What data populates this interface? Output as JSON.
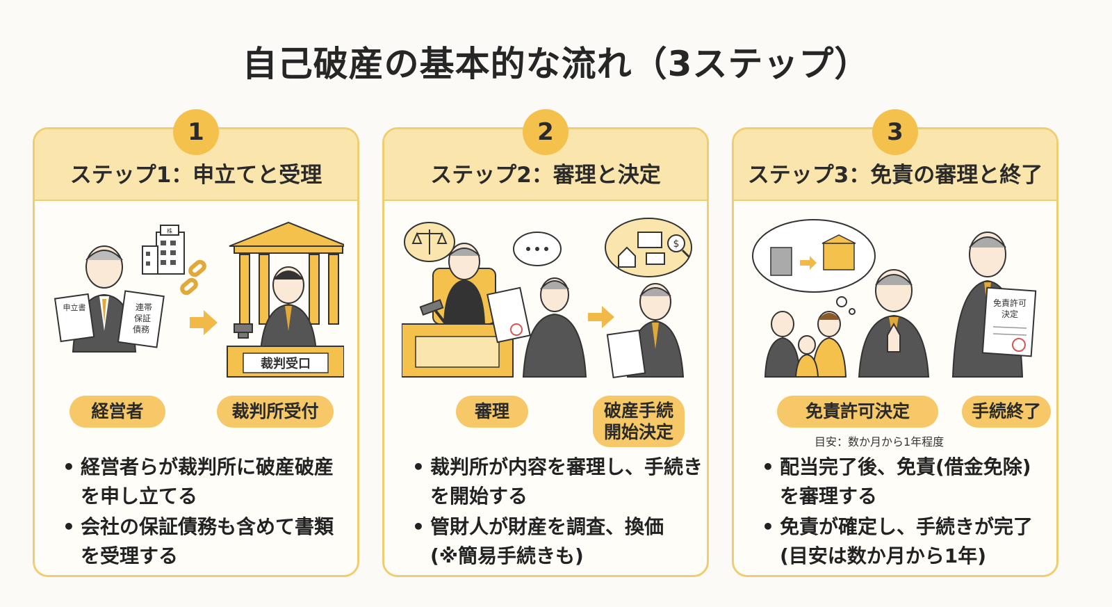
{
  "title": "自己破産の基本的な流れ（3ステップ）",
  "colors": {
    "accent": "#f4c14d",
    "header_bg": "#fae6ad",
    "border": "#efcd70",
    "pill": "#f6c868"
  },
  "steps": [
    {
      "number": "1",
      "title": "ステップ1：申立てと受理",
      "doc_labels": [
        "申立書",
        "連帯",
        "保証",
        "債務"
      ],
      "building_label": "裁判受口",
      "pills": [
        "経営者",
        "裁判所受付"
      ],
      "bullets": [
        [
          "経営者らが裁判所に破産破産",
          "を申し立てる"
        ],
        [
          "会社の保証債務も含めて書類",
          "を受理する"
        ]
      ]
    },
    {
      "number": "2",
      "title": "ステップ2：審理と決定",
      "pills": [
        "審理",
        "破産手続",
        "開始決定"
      ],
      "bullets": [
        [
          "裁判所が内容を審理し、手続き",
          "を開始する"
        ],
        [
          "管財人が財産を調査、換価",
          "(※簡易手続きも)"
        ]
      ]
    },
    {
      "number": "3",
      "title": "ステップ3：免責の審理と終了",
      "doc_labels": [
        "免責許可",
        "決定"
      ],
      "pills": [
        "免責許可決定",
        "手続終了"
      ],
      "note": "目安：数か月から1年程度",
      "bullets": [
        [
          "配当完了後、免責(借金免除)",
          "を審理する"
        ],
        [
          "免責が確定し、手続きが完了",
          "(目安は数か月から1年)"
        ]
      ]
    }
  ]
}
